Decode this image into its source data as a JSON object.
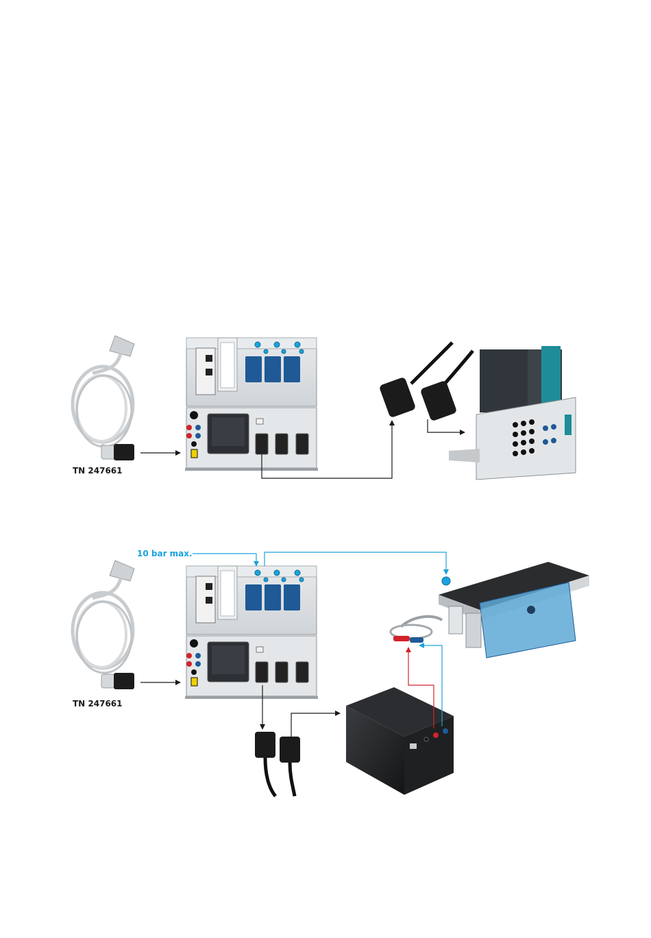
{
  "diagram_top": {
    "power_cord_label": "TN 247661"
  },
  "diagram_bottom": {
    "power_cord_label": "TN 247661",
    "pressure_label": "10 bar max."
  },
  "colors": {
    "air_line": "#1ba3dd",
    "signal_line_red": "#d2232a",
    "arrow": "#1a1a1a",
    "panel": "#d9dde0",
    "module_blue": "#1f5a96"
  }
}
